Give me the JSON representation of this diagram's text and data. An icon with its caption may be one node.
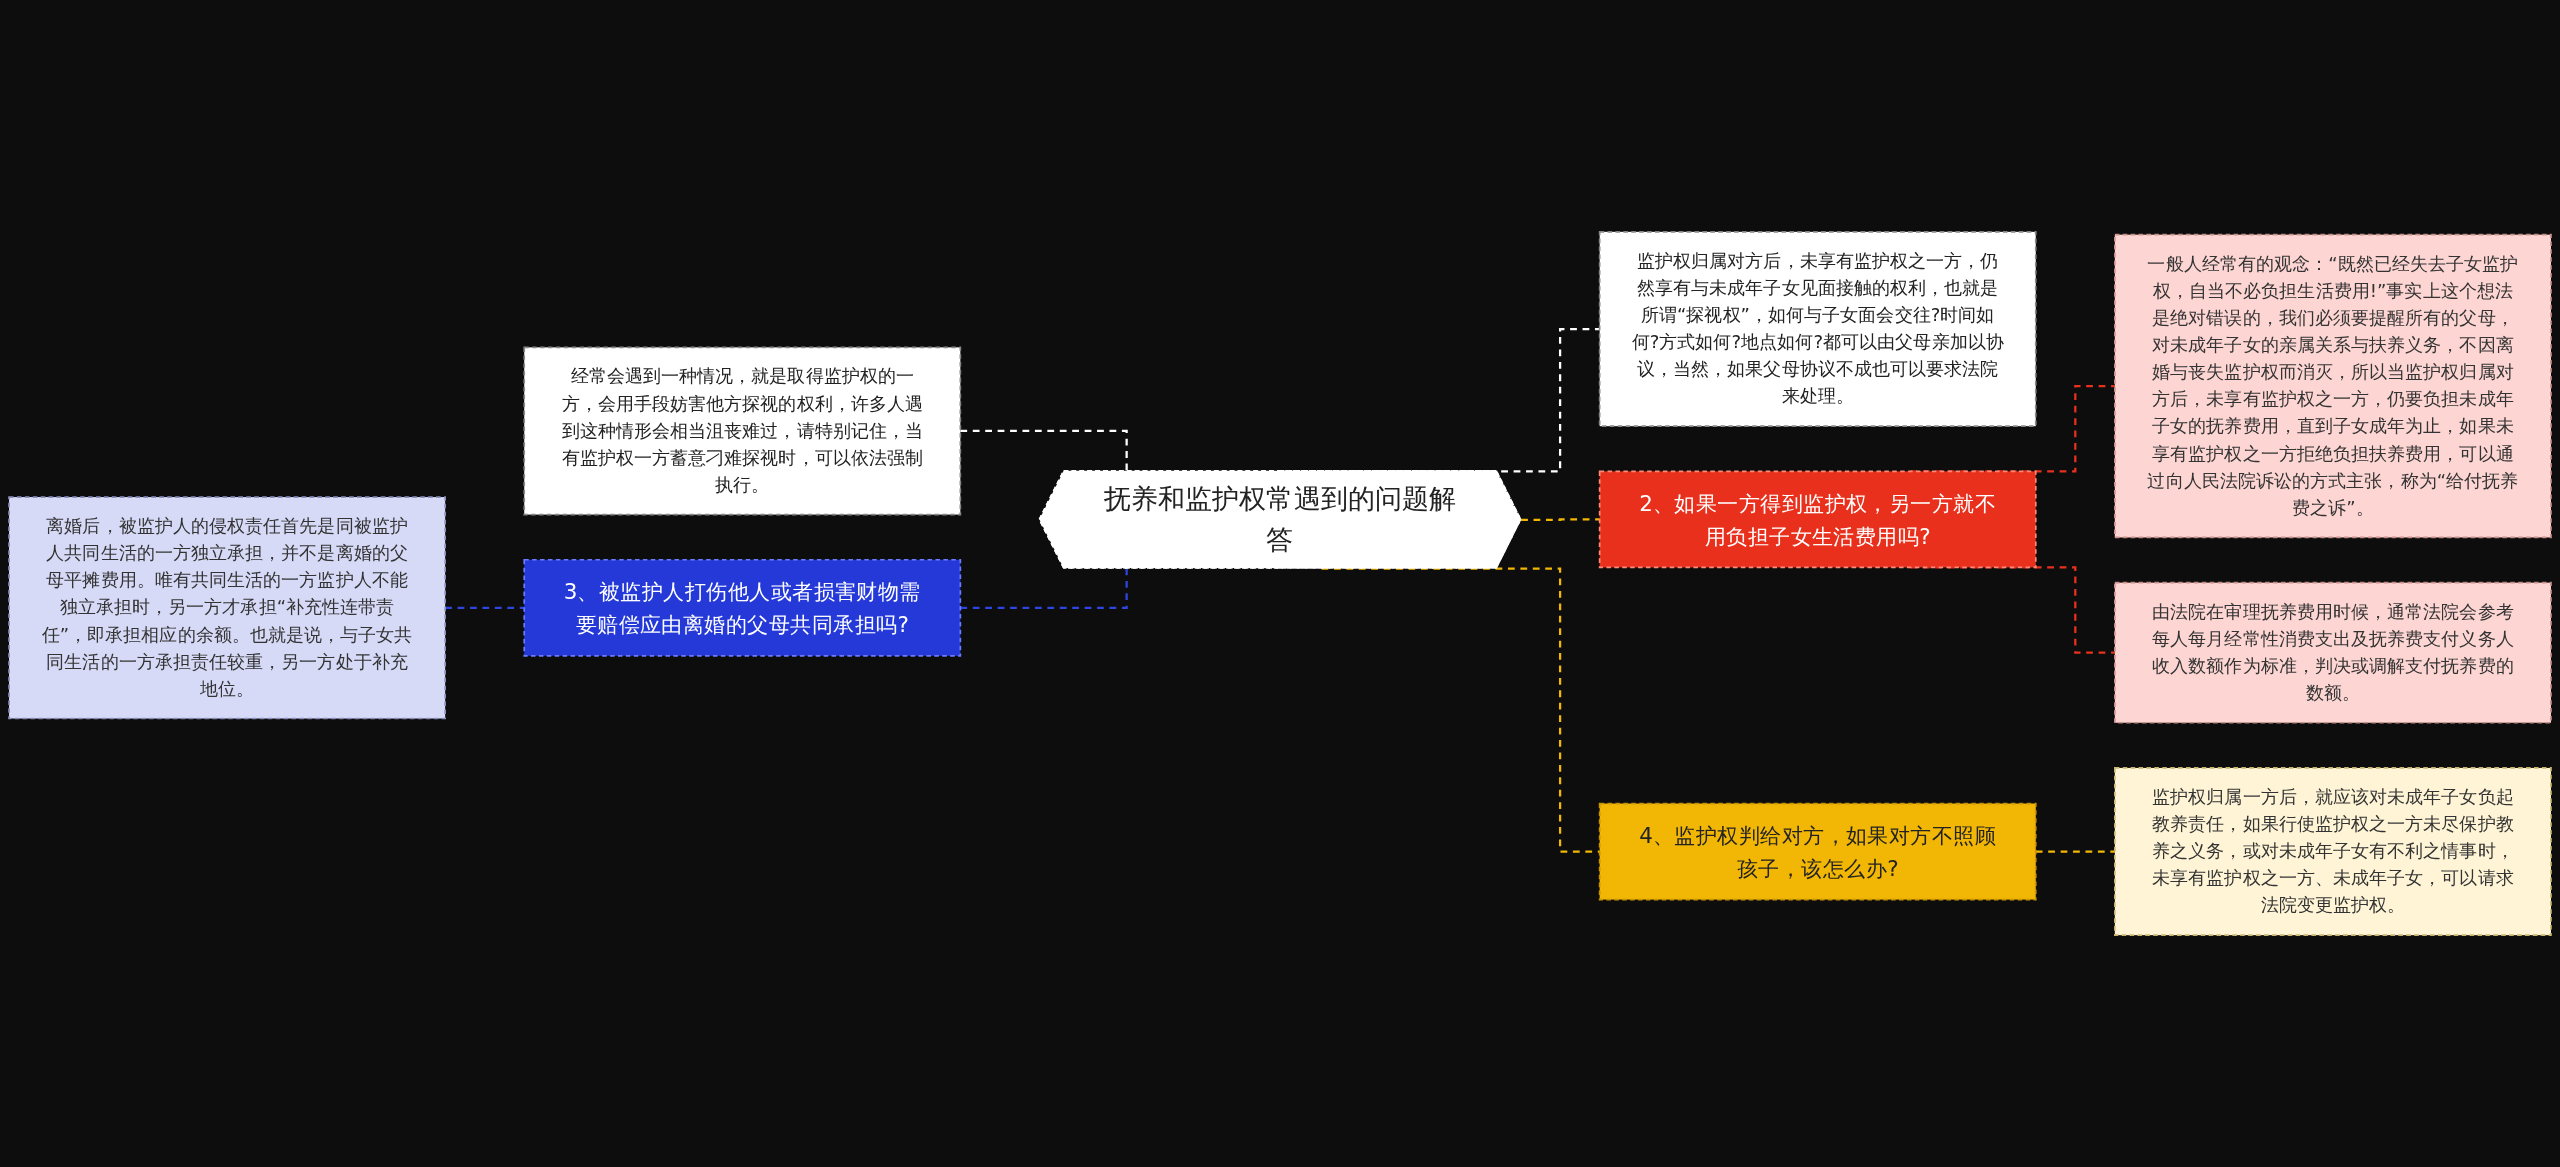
{
  "diagram": {
    "nodes": [
      {
        "text": [
          "抚养和监护权常遇到的问题解答"
        ]
      },
      {
        "text": [
          "监护权归属对方后，未享有监护权之一方，仍然享有与未成年子女见面接触的权利，也就是所谓“探视权”，如何与子女面会交往?时间如何?方式如何?地点如何?都可以由父母亲加以协议，当然，如果父母协议不成也可以要求法院来处理。"
        ]
      },
      {
        "text": [
          "2、如果一方得到监护权，另一方就不用负担子女生活费用吗?"
        ]
      },
      {
        "text": [
          "一般人经常有的观念：“既然已经失去子女监护权，自当不必负担生活费用!”事实上这个想法是绝对错误的，我们必须要提醒所有的父母，对未成年子女的亲属关系与扶养义务，不因离婚与丧失监护权而消灭，所以当监护权归属对方后，未享有监护权之一方，仍要负担未成年子女的抚养费用，直到子女成年为止，如果未享有监护权之一方拒绝负担扶养费用，可以通过向人民法院诉讼的方式主张，称为“给付抚养费之诉”。"
        ]
      },
      {
        "text": [
          "由法院在审理抚养费用时候，通常法院会参考每人每月经常性消费支出及抚养费支付义务人收入数额作为标准，判决或调解支付抚养费的数额。"
        ]
      },
      {
        "text": [
          "4、监护权判给对方，如果对方不照顾孩子，该怎么办?"
        ]
      },
      {
        "text": [
          "监护权归属一方后，就应该对未成年子女负起教养责任，如果行使监护权之一方未尽保护教养之义务，或对未成年子女有不利之情事时，未享有监护权之一方、未成年子女，可以请求法院变更监护权。"
        ]
      },
      {
        "text": [
          "经常会遇到一种情况，就是取得监护权的一方，会用手段妨害他方探视的权利，许多人遇到这种情形会相当沮丧难过，请特别记住，当有监护权一方蓄意刁难探视时，可以依法强制执行。"
        ]
      },
      {
        "text": [
          "3、被监护人打伤他人或者损害财物需要赔偿应由离婚的父母共同承担吗?"
        ]
      },
      {
        "text": [
          "离婚后，被监护人的侵权责任首先是同被监护人共同生活的一方独立承担，并不是离婚的父母平摊费用。唯有共同生活的一方监护人不能独立承担时，另一方才承担“补充性连带责任”，即承担相应的余额。也就是说，与子女共同生活的一方承担责任较重，另一方处于补充地位。"
        ]
      }
    ],
    "edges": [
      {
        "from": 0,
        "to": 1,
        "arrow": "none",
        "style": "dashed",
        "color": "#ffffff"
      },
      {
        "from": 0,
        "to": 2,
        "arrow": "none",
        "style": "dashed",
        "color": "#f2b705"
      },
      {
        "from": 2,
        "to": 3,
        "arrow": "none",
        "style": "dashed",
        "color": "#e8301c"
      },
      {
        "from": 2,
        "to": 4,
        "arrow": "none",
        "style": "dashed",
        "color": "#e8301c"
      },
      {
        "from": 0,
        "to": 5,
        "arrow": "none",
        "style": "dashed",
        "color": "#f2b705"
      },
      {
        "from": 5,
        "to": 6,
        "arrow": "none",
        "style": "dashed",
        "color": "#f2b705"
      },
      {
        "from": 7,
        "to": 0,
        "arrow": "none",
        "style": "dashed",
        "color": "#ffffff"
      },
      {
        "from": 8,
        "to": 0,
        "arrow": "none",
        "style": "dashed",
        "color": "#2f45e0"
      },
      {
        "from": 9,
        "to": 8,
        "arrow": "none",
        "style": "dashed",
        "color": "#2f45e0"
      }
    ]
  }
}
